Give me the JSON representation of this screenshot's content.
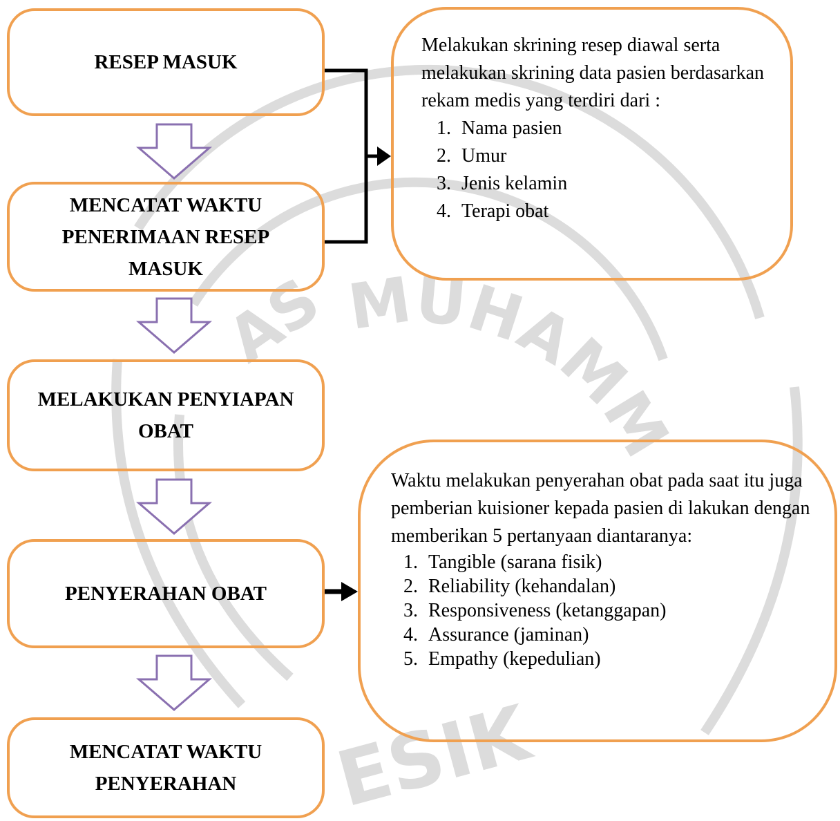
{
  "diagram": {
    "watermark": {
      "arc_top": "MUHAMM",
      "arc_left": "AS",
      "bottom": "ESIK"
    },
    "steps": [
      {
        "label": "RESEP MASUK"
      },
      {
        "label": "MENCATAT WAKTU PENERIMAAN RESEP MASUK"
      },
      {
        "label": "MELAKUKAN PENYIAPAN OBAT"
      },
      {
        "label": "PENYERAHAN OBAT"
      },
      {
        "label": "MENCATAT WAKTU PENYERAHAN"
      }
    ],
    "note_top": {
      "intro": "Melakukan skrining resep diawal serta melakukan skrining data pasien berdasarkan rekam medis yang terdiri dari :",
      "items": [
        "Nama pasien",
        "Umur",
        "Jenis kelamin",
        "Terapi obat"
      ]
    },
    "note_bottom": {
      "intro": "Waktu melakukan penyerahan obat pada saat itu juga pemberian kuisioner kepada pasien di lakukan dengan memberikan 5 pertanyaan diantaranya:",
      "items": [
        "Tangible (sarana fisik)",
        "Reliability (kehandalan)",
        "Responsiveness (ketanggapan)",
        "Assurance (jaminan)",
        "Empathy (kepedulian)"
      ]
    },
    "colors": {
      "box_border": "#f0a050",
      "flow_arrow": "#8a70b0",
      "connector": "#000000",
      "watermark": "#dcdcdc"
    }
  }
}
